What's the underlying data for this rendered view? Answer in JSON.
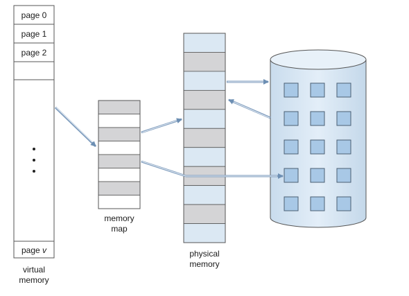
{
  "virtual_memory": {
    "pages_top": [
      "page 0",
      "page 1",
      "page 2"
    ],
    "page_last_prefix": "page ",
    "page_last_var": "v",
    "label_line1": "virtual",
    "label_line2": "memory"
  },
  "memory_map": {
    "label_line1": "memory",
    "label_line2": "map",
    "rows": [
      "filled",
      "white",
      "filled",
      "white",
      "filled",
      "white",
      "filled",
      "white"
    ]
  },
  "physical_memory": {
    "label_line1": "physical",
    "label_line2": "memory",
    "rows": [
      "blue",
      "filled",
      "blue",
      "filled",
      "blue",
      "filled",
      "blue",
      "filled",
      "blue",
      "filled",
      "blue"
    ]
  },
  "disk": {
    "grid_rows": 5,
    "grid_cols": 3
  },
  "colors": {
    "outline": "#555555",
    "gray_fill": "#d4d4d6",
    "light_blue": "#dbe8f3",
    "blue_square": "#a8c8e6",
    "arrow": "#8aa6c4"
  }
}
